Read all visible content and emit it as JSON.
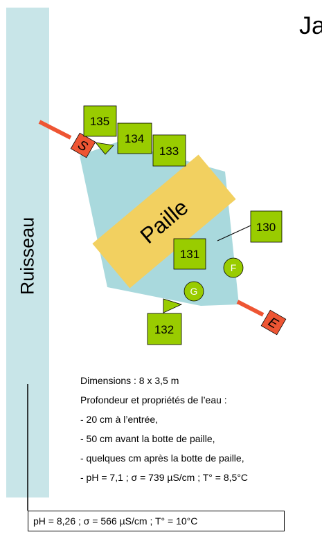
{
  "title_fragment": "Ja",
  "stream_label": "Ruisseau",
  "straw_label": "Paille",
  "inlet_label": "E",
  "outlet_label": "S",
  "sample_boxes": [
    {
      "id": "box-135",
      "label": "135"
    },
    {
      "id": "box-134",
      "label": "134"
    },
    {
      "id": "box-133",
      "label": "133"
    },
    {
      "id": "box-130",
      "label": "130"
    },
    {
      "id": "box-131",
      "label": "131"
    },
    {
      "id": "box-132",
      "label": "132"
    }
  ],
  "points": [
    {
      "id": "point-f",
      "label": "F"
    },
    {
      "id": "point-g",
      "label": "G"
    }
  ],
  "notes": [
    "Dimensions : 8 x 3,5 m",
    "Profondeur et propriétés de l’eau :",
    "- 20 cm à l’entrée,",
    "- 50 cm avant la botte de paille,",
    "- quelques cm après la botte de paille,",
    "- pH = 7,1 ; σ = 739 µS/cm ; T° = 8,5°C"
  ],
  "stream_measurement": "pH = 8,26 ; σ = 566 µS/cm ; T° = 10°C",
  "colors": {
    "stream": "#c8e5e8",
    "pond": "#a9d9dd",
    "straw": "#f2d060",
    "box": "#99cc00",
    "tag": "#ee5533"
  }
}
